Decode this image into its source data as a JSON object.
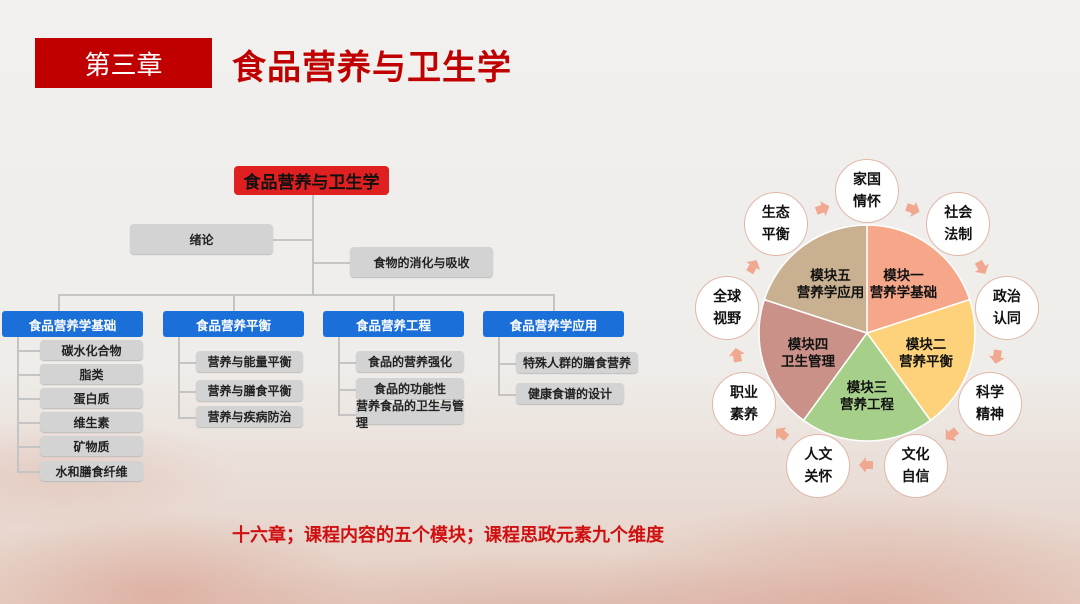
{
  "header": {
    "chapter": "第三章",
    "title": "食品营养与卫生学"
  },
  "org": {
    "root": "食品营养与卫生学",
    "intro": "绪论",
    "digestion": "食物的消化与吸收",
    "branches": [
      {
        "label": "食品营养学基础",
        "items": [
          "碳水化合物",
          "脂类",
          "蛋白质",
          "维生素",
          "矿物质",
          "水和膳食纤维"
        ]
      },
      {
        "label": "食品营养平衡",
        "items": [
          "营养与能量平衡",
          "营养与膳食平衡",
          "营养与疾病防治"
        ]
      },
      {
        "label": "食品营养工程",
        "items": [
          "食品的营养强化",
          "食品的功能性",
          "营养食品的卫生与管理"
        ]
      },
      {
        "label": "食品营养学应用",
        "items": [
          "特殊人群的膳食营养",
          "健康食谱的设计"
        ]
      }
    ]
  },
  "wheel": {
    "modules": [
      {
        "line1": "模块一",
        "line2": "营养学基础",
        "color": "#f6a689"
      },
      {
        "line1": "模块二",
        "line2": "营养平衡",
        "color": "#fdd27a"
      },
      {
        "line1": "模块三",
        "line2": "营养工程",
        "color": "#a6d08a"
      },
      {
        "line1": "模块四",
        "line2": "卫生管理",
        "color": "#c99188"
      },
      {
        "line1": "模块五",
        "line2": "营养学应用",
        "color": "#c8b090"
      }
    ],
    "dimensions": [
      {
        "line1": "家国",
        "line2": "情怀"
      },
      {
        "line1": "社会",
        "line2": "法制"
      },
      {
        "line1": "政治",
        "line2": "认同"
      },
      {
        "line1": "科学",
        "line2": "精神"
      },
      {
        "line1": "文化",
        "line2": "自信"
      },
      {
        "line1": "人文",
        "line2": "关怀"
      },
      {
        "line1": "职业",
        "line2": "素养"
      },
      {
        "line1": "全球",
        "line2": "视野"
      },
      {
        "line1": "生态",
        "line2": "平衡"
      }
    ],
    "arrow_color": "#f0a890"
  },
  "footer_note": "十六章；课程内容的五个模块；课程思政元素九个维度"
}
